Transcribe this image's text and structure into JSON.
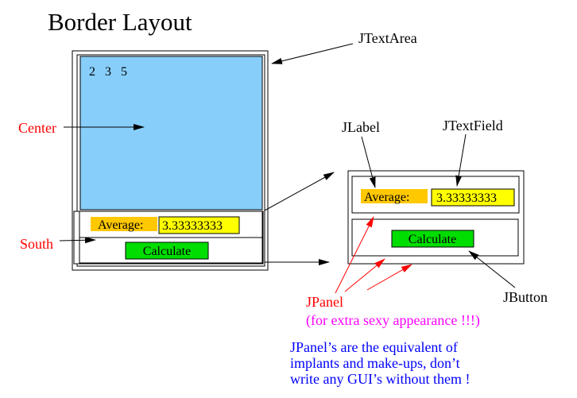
{
  "title": "Border Layout",
  "frame": {
    "textarea_content": "2   3   5",
    "average_label": "Average:",
    "average_value": "3.33333333",
    "button_label": "Calculate"
  },
  "detail": {
    "average_label": "Average:",
    "average_value": "3.33333333",
    "button_label": "Calculate"
  },
  "annotations": {
    "jtextarea": "JTextArea",
    "center": "Center",
    "south": "South",
    "jlabel": "JLabel",
    "jtextfield": "JTextField",
    "jbutton": "JButton",
    "jpanel": "JPanel",
    "jpanel_note": "(for extra sexy appearance !!!)",
    "footnote_lines": [
      "JPanel’s are the equivalent of",
      "implants and make-ups, don’t",
      "write any GUI’s without them !"
    ]
  },
  "colors": {
    "textarea_bg": "#87cefa",
    "label_bg": "#ffc800",
    "field_bg": "#ffff00",
    "button_bg": "#00dd00",
    "annotation_red": "#ff0000",
    "annotation_magenta": "#ff00ff",
    "annotation_blue": "#0000ff"
  }
}
